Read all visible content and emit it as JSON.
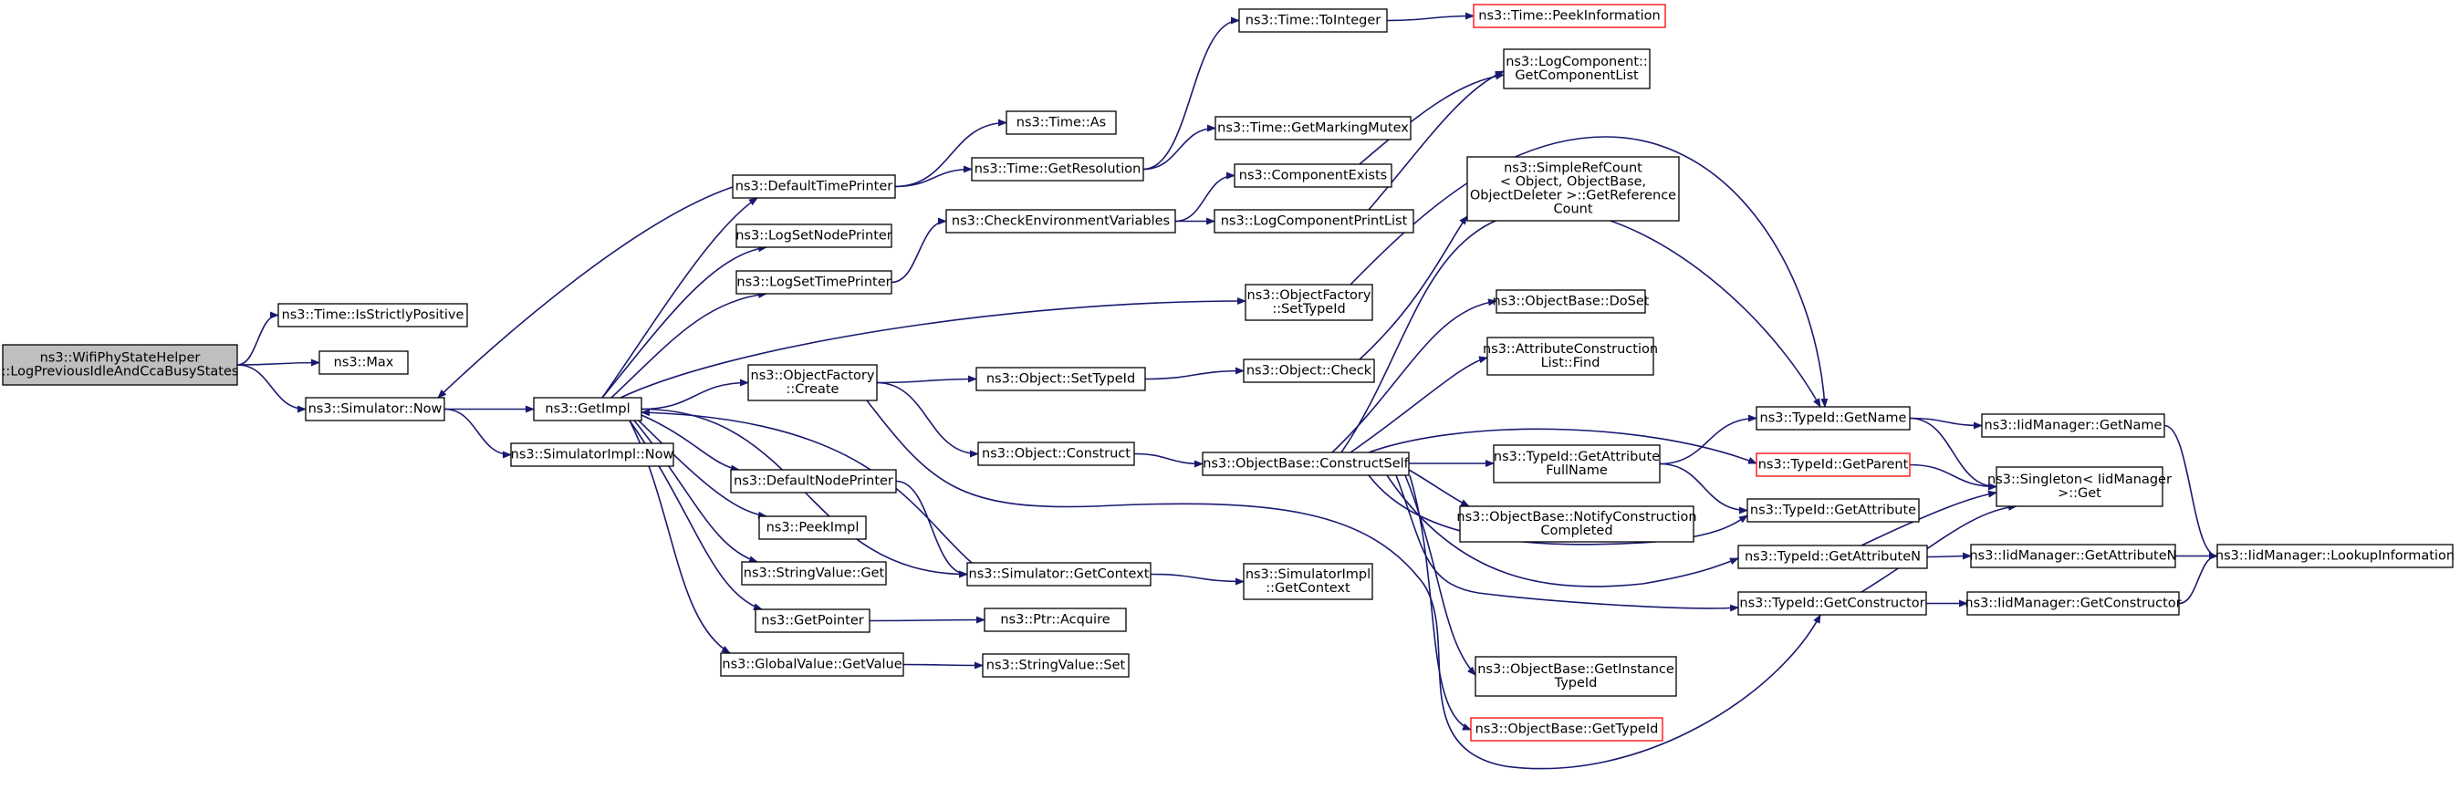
{
  "graph": {
    "colors": {
      "edge": "#191970",
      "node_border": "#000000",
      "node_border_missing": "#ff0000",
      "root_fill": "#bfbfbf",
      "node_fill": "#ffffff"
    },
    "nodes": [
      {
        "id": "root",
        "lines": [
          "ns3::WifiPhyStateHelper",
          "::LogPreviousIdleAndCcaBusyStates"
        ],
        "root": true
      },
      {
        "id": "isstrictlypositive",
        "lines": [
          "ns3::Time::IsStrictlyPositive"
        ]
      },
      {
        "id": "max",
        "lines": [
          "ns3::Max"
        ]
      },
      {
        "id": "now",
        "lines": [
          "ns3::Simulator::Now"
        ]
      },
      {
        "id": "getimpl",
        "lines": [
          "ns3::GetImpl"
        ]
      },
      {
        "id": "simimplnow",
        "lines": [
          "ns3::SimulatorImpl::Now"
        ]
      },
      {
        "id": "defaulttimeprinter",
        "lines": [
          "ns3::DefaultTimePrinter"
        ]
      },
      {
        "id": "logsetnodeprinter",
        "lines": [
          "ns3::LogSetNodePrinter"
        ]
      },
      {
        "id": "logsettimeprinter",
        "lines": [
          "ns3::LogSetTimePrinter"
        ]
      },
      {
        "id": "objfactorycreate",
        "lines": [
          "ns3::ObjectFactory",
          "::Create"
        ]
      },
      {
        "id": "defaultnodeprinter",
        "lines": [
          "ns3::DefaultNodePrinter"
        ]
      },
      {
        "id": "peekimpl",
        "lines": [
          "ns3::PeekImpl"
        ]
      },
      {
        "id": "stringvalueget",
        "lines": [
          "ns3::StringValue::Get"
        ]
      },
      {
        "id": "getpointer",
        "lines": [
          "ns3::GetPointer"
        ]
      },
      {
        "id": "globalvalueget",
        "lines": [
          "ns3::GlobalValue::GetValue"
        ]
      },
      {
        "id": "timeas",
        "lines": [
          "ns3::Time::As"
        ]
      },
      {
        "id": "timegetres",
        "lines": [
          "ns3::Time::GetResolution"
        ]
      },
      {
        "id": "checkenv",
        "lines": [
          "ns3::CheckEnvironmentVariables"
        ]
      },
      {
        "id": "objsettypeid",
        "lines": [
          "ns3::Object::SetTypeId"
        ]
      },
      {
        "id": "objconstruct",
        "lines": [
          "ns3::Object::Construct"
        ]
      },
      {
        "id": "simgetcontext",
        "lines": [
          "ns3::Simulator::GetContext"
        ]
      },
      {
        "id": "ptracquire",
        "lines": [
          "ns3::Ptr::Acquire"
        ]
      },
      {
        "id": "stringvalueset",
        "lines": [
          "ns3::StringValue::Set"
        ]
      },
      {
        "id": "timetointeger",
        "lines": [
          "ns3::Time::ToInteger"
        ]
      },
      {
        "id": "timegetmarking",
        "lines": [
          "ns3::Time::GetMarkingMutex"
        ]
      },
      {
        "id": "componentexists",
        "lines": [
          "ns3::ComponentExists"
        ]
      },
      {
        "id": "logcompprintlist",
        "lines": [
          "ns3::LogComponentPrintList"
        ]
      },
      {
        "id": "objfactorysettypeid",
        "lines": [
          "ns3::ObjectFactory",
          "::SetTypeId"
        ]
      },
      {
        "id": "objcheck",
        "lines": [
          "ns3::Object::Check"
        ]
      },
      {
        "id": "objbaseconstructself",
        "lines": [
          "ns3::ObjectBase::ConstructSelf"
        ]
      },
      {
        "id": "simimplgetcontext",
        "lines": [
          "ns3::SimulatorImpl",
          "::GetContext"
        ]
      },
      {
        "id": "timepeekinfo",
        "lines": [
          "ns3::Time::PeekInformation"
        ],
        "missing": true
      },
      {
        "id": "logcompgetlist",
        "lines": [
          "ns3::LogComponent::",
          "GetComponentList"
        ]
      },
      {
        "id": "simplerefcount",
        "lines": [
          "ns3::SimpleRefCount",
          "< Object, ObjectBase,",
          "ObjectDeleter >::GetReference",
          "Count"
        ]
      },
      {
        "id": "objbasedoset",
        "lines": [
          "ns3::ObjectBase::DoSet"
        ]
      },
      {
        "id": "attrconstructionfind",
        "lines": [
          "ns3::AttributeConstruction",
          "List::Find"
        ]
      },
      {
        "id": "typeidgetattrfullname",
        "lines": [
          "ns3::TypeId::GetAttribute",
          "FullName"
        ]
      },
      {
        "id": "objbasenotify",
        "lines": [
          "ns3::ObjectBase::NotifyConstruction",
          "Completed"
        ]
      },
      {
        "id": "objbasegetinstance",
        "lines": [
          "ns3::ObjectBase::GetInstance",
          "TypeId"
        ]
      },
      {
        "id": "objbasegettypeid",
        "lines": [
          "ns3::ObjectBase::GetTypeId"
        ],
        "missing": true
      },
      {
        "id": "typeidgetname",
        "lines": [
          "ns3::TypeId::GetName"
        ]
      },
      {
        "id": "typeidgetparent",
        "lines": [
          "ns3::TypeId::GetParent"
        ],
        "missing": true
      },
      {
        "id": "typeidgetattribute",
        "lines": [
          "ns3::TypeId::GetAttribute"
        ]
      },
      {
        "id": "typeidgetattrn",
        "lines": [
          "ns3::TypeId::GetAttributeN"
        ]
      },
      {
        "id": "typeidgetconstructor",
        "lines": [
          "ns3::TypeId::GetConstructor"
        ]
      },
      {
        "id": "iidgetname",
        "lines": [
          "ns3::IidManager::GetName"
        ]
      },
      {
        "id": "singletonget",
        "lines": [
          "ns3::Singleton< IidManager",
          ">::Get"
        ]
      },
      {
        "id": "iidgetattrn",
        "lines": [
          "ns3::IidManager::GetAttributeN"
        ]
      },
      {
        "id": "iidgetconstructor",
        "lines": [
          "ns3::IidManager::GetConstructor"
        ]
      },
      {
        "id": "iidlookup",
        "lines": [
          "ns3::IidManager::LookupInformation"
        ]
      }
    ],
    "edges": [
      [
        "root",
        "isstrictlypositive"
      ],
      [
        "root",
        "max"
      ],
      [
        "root",
        "now"
      ],
      [
        "now",
        "getimpl"
      ],
      [
        "now",
        "simimplnow"
      ],
      [
        "getimpl",
        "defaulttimeprinter"
      ],
      [
        "getimpl",
        "logsetnodeprinter"
      ],
      [
        "getimpl",
        "logsettimeprinter"
      ],
      [
        "getimpl",
        "objfactorysettypeid"
      ],
      [
        "getimpl",
        "objfactorycreate"
      ],
      [
        "getimpl",
        "defaultnodeprinter"
      ],
      [
        "getimpl",
        "peekimpl"
      ],
      [
        "getimpl",
        "stringvalueget"
      ],
      [
        "getimpl",
        "getpointer"
      ],
      [
        "getimpl",
        "globalvalueget"
      ],
      [
        "getimpl",
        "simgetcontext"
      ],
      [
        "defaulttimeprinter",
        "now"
      ],
      [
        "defaulttimeprinter",
        "timeas"
      ],
      [
        "defaulttimeprinter",
        "timegetres"
      ],
      [
        "timegetres",
        "timetointeger"
      ],
      [
        "timegetres",
        "timegetmarking"
      ],
      [
        "timetointeger",
        "timepeekinfo"
      ],
      [
        "logsettimeprinter",
        "checkenv"
      ],
      [
        "checkenv",
        "componentexists"
      ],
      [
        "checkenv",
        "logcompprintlist"
      ],
      [
        "componentexists",
        "logcompgetlist"
      ],
      [
        "logcompprintlist",
        "logcompgetlist"
      ],
      [
        "objfactorysettypeid",
        "typeidgetname"
      ],
      [
        "objfactorycreate",
        "objsettypeid"
      ],
      [
        "objfactorycreate",
        "objconstruct"
      ],
      [
        "objfactorycreate",
        "objbaseconstructself"
      ],
      [
        "objsettypeid",
        "objcheck"
      ],
      [
        "objcheck",
        "simplerefcount"
      ],
      [
        "objconstruct",
        "objbaseconstructself"
      ],
      [
        "defaultnodeprinter",
        "simgetcontext"
      ],
      [
        "simgetcontext",
        "getimpl"
      ],
      [
        "simgetcontext",
        "simimplgetcontext"
      ],
      [
        "getpointer",
        "ptracquire"
      ],
      [
        "globalvalueget",
        "stringvalueset"
      ],
      [
        "objbaseconstructself",
        "objbasedoset"
      ],
      [
        "objbaseconstructself",
        "attrconstructionfind"
      ],
      [
        "objbaseconstructself",
        "typeidgetattrfullname"
      ],
      [
        "objbaseconstructself",
        "objbasenotify"
      ],
      [
        "objbaseconstructself",
        "objbasegetinstance"
      ],
      [
        "objbaseconstructself",
        "objbasegettypeid"
      ],
      [
        "objbaseconstructself",
        "typeidgetname"
      ],
      [
        "objbaseconstructself",
        "typeidgetparent"
      ],
      [
        "objbaseconstructself",
        "typeidgetattribute"
      ],
      [
        "objbaseconstructself",
        "typeidgetattrn"
      ],
      [
        "objbaseconstructself",
        "typeidgetconstructor"
      ],
      [
        "typeidgetattrfullname",
        "typeidgetname"
      ],
      [
        "typeidgetattrfullname",
        "typeidgetattribute"
      ],
      [
        "typeidgetname",
        "iidgetname"
      ],
      [
        "typeidgetname",
        "singletonget"
      ],
      [
        "typeidgetparent",
        "singletonget"
      ],
      [
        "typeidgetattrn",
        "singletonget"
      ],
      [
        "typeidgetattrn",
        "iidgetattrn"
      ],
      [
        "typeidgetconstructor",
        "singletonget"
      ],
      [
        "typeidgetconstructor",
        "iidgetconstructor"
      ],
      [
        "iidgetname",
        "iidlookup"
      ],
      [
        "iidgetattrn",
        "iidlookup"
      ],
      [
        "iidgetconstructor",
        "iidlookup"
      ]
    ]
  }
}
